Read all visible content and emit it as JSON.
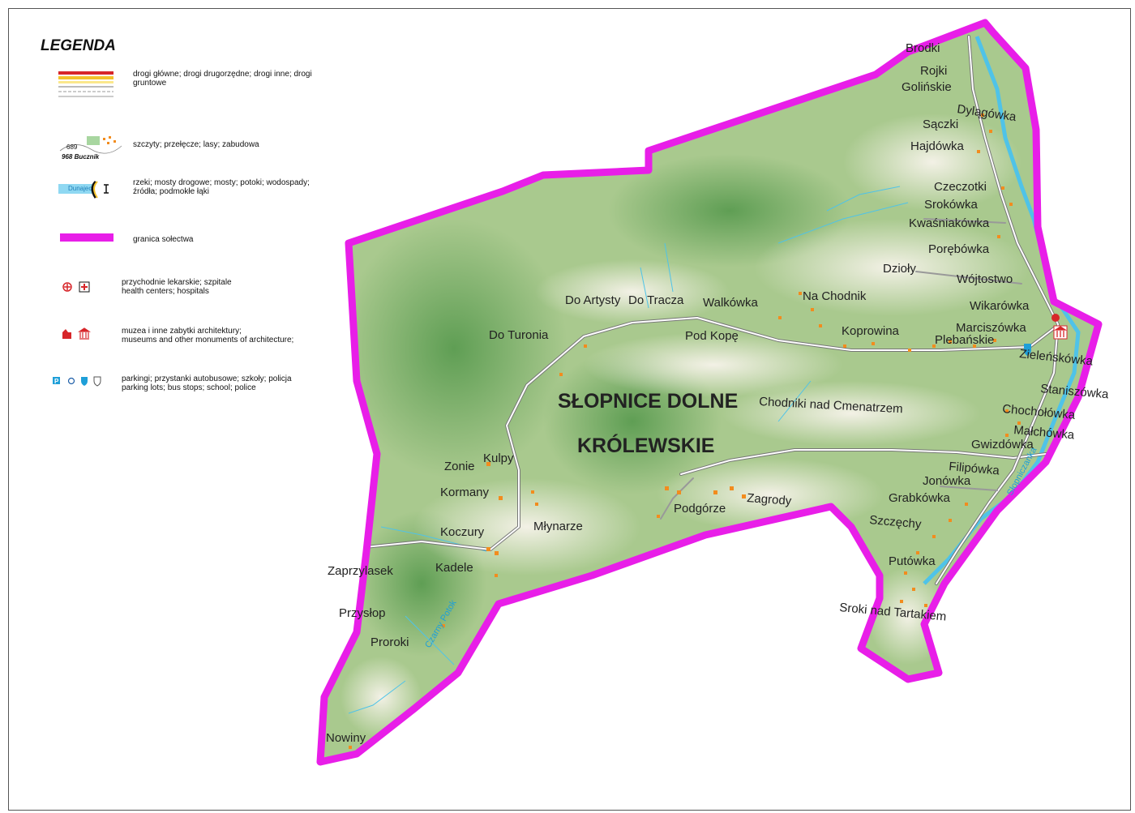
{
  "legend": {
    "title": "LEGENDA",
    "roads": "drogi główne; drogi drugorzędne; drogi inne; drogi gruntowe",
    "terrain": "szczyty; przełęcze; lasy; zabudowa",
    "terrain_sample_peak": "689",
    "terrain_sample_pass": "968 Bucznik",
    "water": "rzeki; mosty drogowe; mosty; potoki; wodospady; źródła; podmokłe łąki",
    "water_sample_river": "Dunajec",
    "boundary": "granica sołectwa",
    "health_pl": "przychodnie lekarskie; szpitale",
    "health_en": "health centers; hospitals",
    "museums_pl": "muzea i inne zabytki architektury;",
    "museums_en": "museums and other monuments of architecture;",
    "parking_pl": "parkingi; przystanki autobusowe; szkoły; policja",
    "parking_en": "parking lots; bus stops; school; police"
  },
  "colors": {
    "boundary": "#e81ee8",
    "main_road": "#d7262a",
    "secondary_road": "#f3c22b",
    "river": "#4fc3e8",
    "settlement": "#f28c1e",
    "forest": "#8bbd6b"
  },
  "map": {
    "village_name_line1": "SŁOPNICE DOLNE",
    "village_name_line2": "KRÓLEWSKIE",
    "river_labels": {
      "czarny_potok": "Czarny Potok",
      "slopniczanka": "Słopniczanka"
    },
    "places": {
      "brodki": "Brodki",
      "rojki": "Rojki",
      "golinskie": "Golińskie",
      "dylagowka": "Dylągówka",
      "saczki": "Sączki",
      "hajdowka": "Hajdówka",
      "czeczotki": "Czeczotki",
      "srokowka": "Sroków­ka",
      "kwasniakowka": "Kwaśniakówka",
      "porebowka": "Porębówka",
      "dzioly": "Dzioły",
      "wojtostwo": "Wójtostwo",
      "wikarowka": "Wikarówka",
      "marciszowka": "Marciszówka",
      "plebanskie": "Plebańskie",
      "zielenskowka": "Zieleńskówka",
      "staniszowka": "Staniszówka",
      "chocholowka": "Chochołówka",
      "malchowka": "Małchówka",
      "gwizdowka": "Gwizdówka",
      "filipowka": "Filipówka",
      "jonowka": "Jonówka",
      "grabkowka": "Grabkówka",
      "szczechy": "Szczęchy",
      "putowka": "Putówka",
      "sroki_nad_tartakiem": "Sroki nad Tartakiem",
      "na_chodnik": "Na Chodnik",
      "koprowina": "Koprowina",
      "walkowka": "Walkówka",
      "do_tracza": "Do Tracza",
      "do_artysty": "Do Artysty",
      "do_turonia": "Do Turonia",
      "pod_kope": "Pod Kopę",
      "chodniki_nad_cmentarzem": "Chodniki nad Cmenatrzem",
      "kulpy": "Kulpy",
      "zonie": "Zonie",
      "kormany": "Kormany",
      "koczury": "Koczury",
      "mlynarze": "Młynarze",
      "podgorze": "Podgórze",
      "zagrody": "Zagrody",
      "kadele": "Kadele",
      "zaprzylasek": "Zaprzylasek",
      "przyslop": "Przysłop",
      "proroki": "Proroki",
      "nowiny": "Nowiny"
    }
  }
}
